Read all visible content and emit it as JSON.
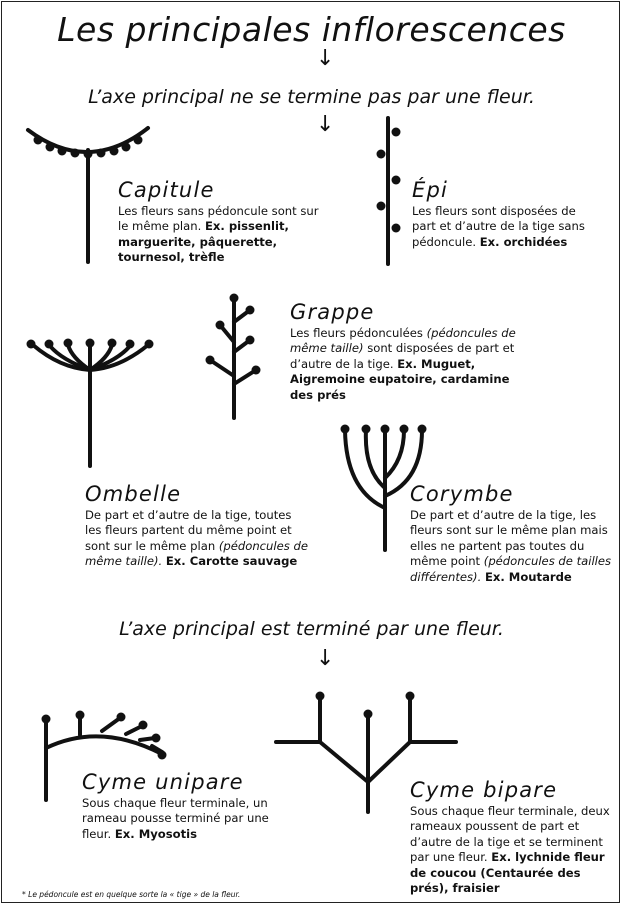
{
  "title": "Les principales inflorescences",
  "section_not_terminated": "L’axe principal ne se termine pas par une fleur.",
  "section_terminated": "L’axe principal est terminé par une fleur.",
  "arrow_glyph": "↓",
  "capitule": {
    "name": "Capitule",
    "text": "Les fleurs sans pédoncule sont sur le même plan.",
    "example": "Ex. pissenlit, marguerite, pâquerette, tournesol, trèfle"
  },
  "epi": {
    "name": "Épi",
    "text": "Les fleurs sont disposées de part et d’autre de la tige sans pédoncule.",
    "example": "Ex. orchidées"
  },
  "grappe": {
    "name": "Grappe",
    "text_a": "Les fleurs pédonculées",
    "text_italic": "(pédoncules de même taille)",
    "text_b": "sont disposées de part et d’autre de la tige.",
    "example": "Ex. Muguet, Aigremoine eupatoire, cardamine des prés"
  },
  "ombelle": {
    "name": "Ombelle",
    "text_a": "De part et d’autre de la tige, toutes les fleurs partent du même point et sont sur le même plan",
    "text_italic": "(pédoncules de même taille).",
    "example": "Ex. Carotte sauvage"
  },
  "corymbe": {
    "name": "Corymbe",
    "text_a": "De part et d’autre de la tige, les fleurs sont sur le même plan mais elles ne partent pas toutes du même point",
    "text_italic": "(pédoncules de tailles différentes).",
    "example": "Ex. Moutarde"
  },
  "cyme_unipare": {
    "name": "Cyme unipare",
    "text": "Sous chaque fleur terminale, un rameau pousse terminé par une fleur.",
    "example": "Ex. Myosotis"
  },
  "cyme_bipare": {
    "name": "Cyme bipare",
    "text": "Sous chaque fleur terminale, deux rameaux poussent de part et d’autre de la tige et se terminent par une fleur.",
    "example": "Ex. lychnide fleur de coucou (Centaurée des prés), fraisier"
  },
  "footnote": "* Le pédoncule est en quelque sorte la « tige » de la fleur."
}
